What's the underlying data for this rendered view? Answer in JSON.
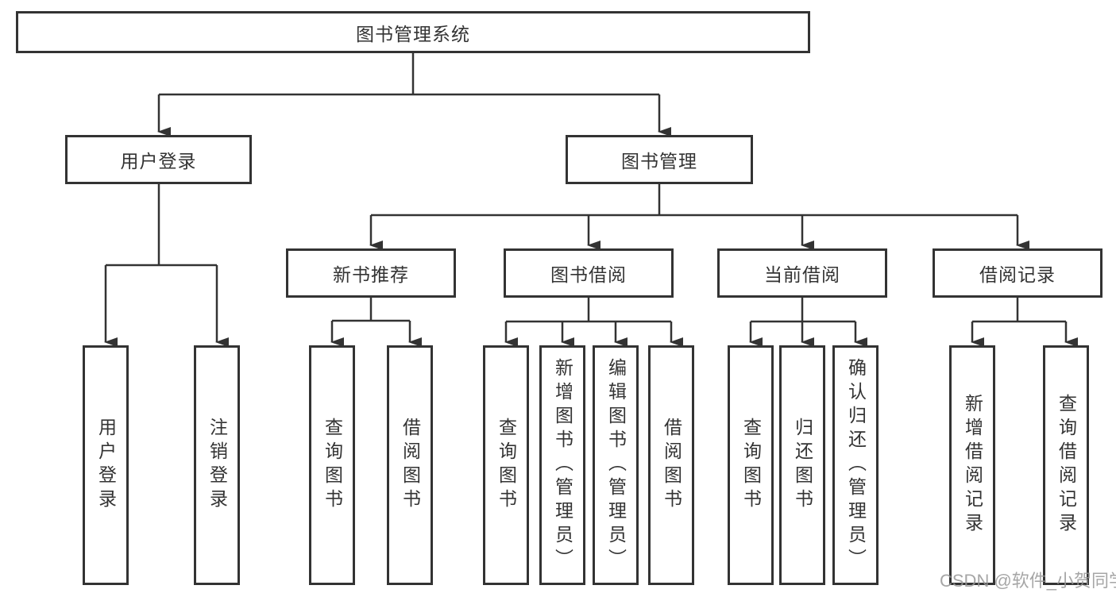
{
  "diagram": {
    "root": {
      "label": "图书管理系统"
    },
    "level2": [
      {
        "label": "用户登录",
        "children": [
          {
            "label": "用户登录"
          },
          {
            "label": "注销登录"
          }
        ]
      },
      {
        "label": "图书管理",
        "children": [
          {
            "label": "新书推荐",
            "children": [
              {
                "label": "查询图书"
              },
              {
                "label": "借阅图书"
              }
            ]
          },
          {
            "label": "图书借阅",
            "children": [
              {
                "label": "查询图书"
              },
              {
                "label": "新增图书（管理员）"
              },
              {
                "label": "编辑图书（管理员）"
              },
              {
                "label": "借阅图书"
              }
            ]
          },
          {
            "label": "当前借阅",
            "children": [
              {
                "label": "查询图书"
              },
              {
                "label": "归还图书"
              },
              {
                "label": "确认归还（管理员）"
              }
            ]
          },
          {
            "label": "借阅记录",
            "children": [
              {
                "label": "新增借阅记录"
              },
              {
                "label": "查询借阅记录"
              }
            ]
          }
        ]
      }
    ]
  },
  "watermark": {
    "text": "CSDN @软件_小贺同学"
  },
  "colors": {
    "line": "#333333",
    "text": "#333333",
    "background": "#ffffff",
    "watermark": "#969696"
  }
}
